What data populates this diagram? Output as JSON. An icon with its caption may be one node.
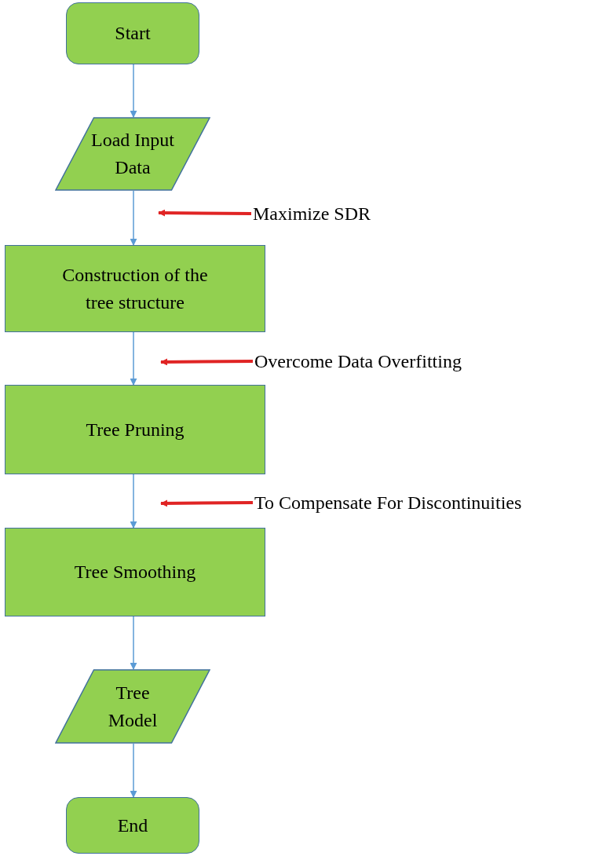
{
  "diagram": {
    "nodes": [
      {
        "text": [
          "Start"
        ]
      },
      {
        "text": [
          "Load Input Data"
        ]
      },
      {
        "text": [
          "Construction of the tree structure"
        ]
      },
      {
        "text": [
          "Tree Pruning"
        ]
      },
      {
        "text": [
          "Tree Smoothing"
        ]
      },
      {
        "text": [
          "Tree Model"
        ]
      },
      {
        "text": [
          "End"
        ]
      },
      {
        "text": [
          "Maximize SDR"
        ]
      },
      {
        "text": [
          "Overcome Data Overfitting"
        ]
      },
      {
        "text": [
          "To Compensate For Discontinuities"
        ]
      }
    ],
    "edges": [
      {
        "from": 0,
        "to": 1,
        "arrow": "to"
      },
      {
        "from": 1,
        "to": 2,
        "arrow": "to"
      },
      {
        "from": 2,
        "to": 3,
        "arrow": "to"
      },
      {
        "from": 3,
        "to": 4,
        "arrow": "to"
      },
      {
        "from": 4,
        "to": 5,
        "arrow": "to"
      },
      {
        "from": 5,
        "to": 6,
        "arrow": "to"
      },
      {
        "from": 7,
        "to": 1,
        "arrow": "to",
        "style": "thick",
        "color": "#e02424"
      },
      {
        "from": 8,
        "to": 3,
        "arrow": "to",
        "style": "thick",
        "color": "#e02424"
      },
      {
        "from": 9,
        "to": 4,
        "arrow": "to",
        "style": "thick",
        "color": "#e02424"
      }
    ]
  }
}
